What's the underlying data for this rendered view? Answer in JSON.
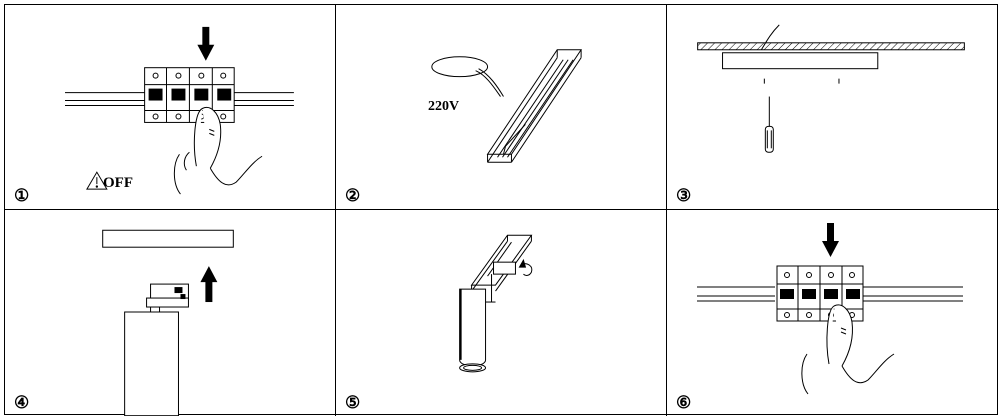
{
  "steps": [
    {
      "number": "①",
      "label": "OFF"
    },
    {
      "number": "②",
      "label": "220V"
    },
    {
      "number": "③"
    },
    {
      "number": "④"
    },
    {
      "number": "⑤"
    },
    {
      "number": "⑥"
    }
  ],
  "icons": [
    "down-arrow",
    "up-arrow",
    "warning-triangle",
    "screwdriver",
    "rotate-arrow",
    "finger"
  ],
  "colors": {
    "line": "#000000",
    "background": "#ffffff"
  }
}
